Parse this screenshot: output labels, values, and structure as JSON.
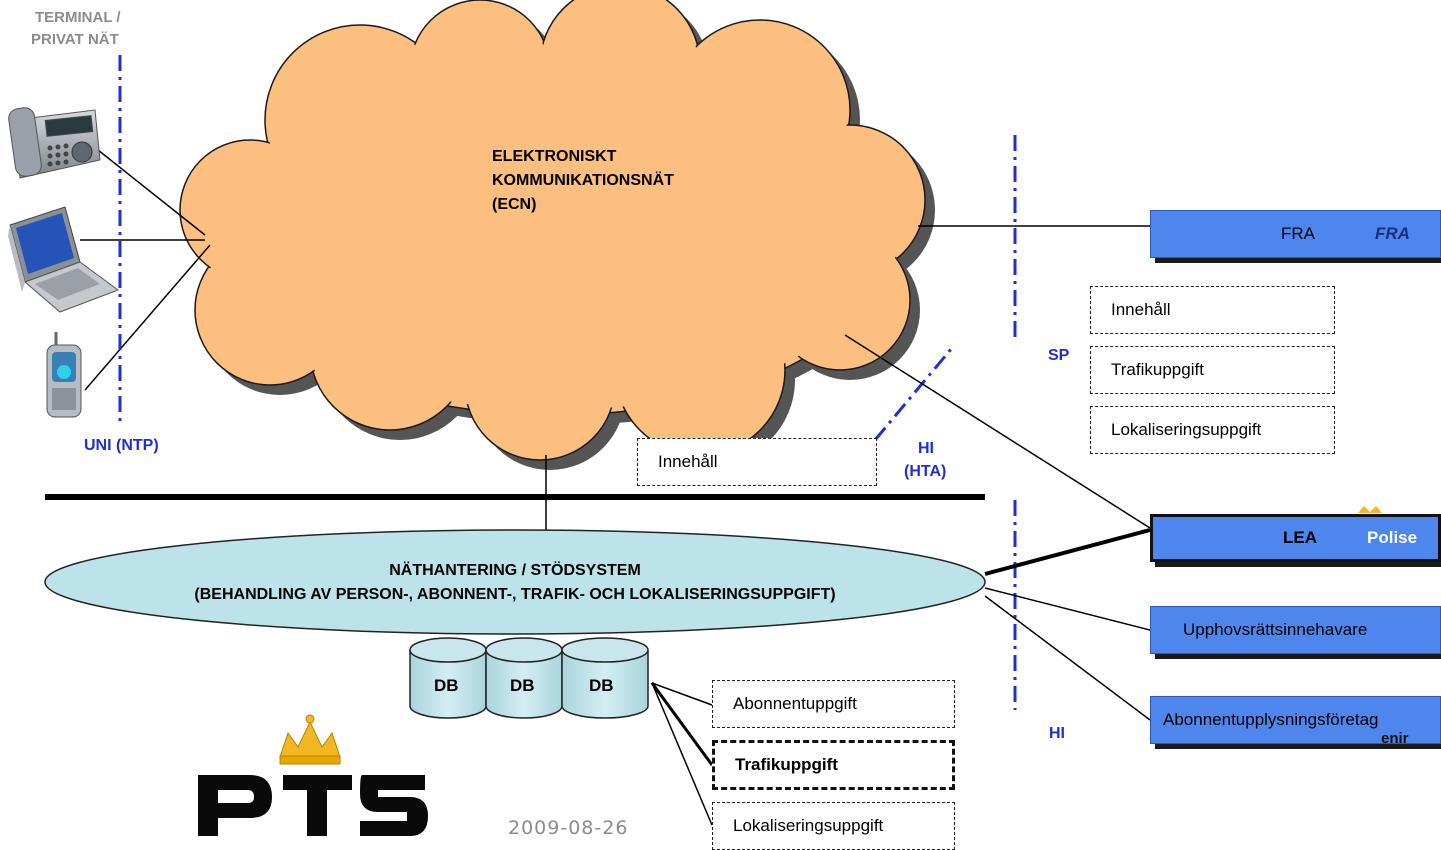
{
  "labels": {
    "terminal_line1": "TERMINAL /",
    "terminal_line2": "PRIVAT NÄT",
    "uni": "UNI (NTP)",
    "sp": "SP",
    "hi_top_line1": "HI",
    "hi_top_line2": "(HTA)",
    "hi_bottom": "HI"
  },
  "cloud": {
    "line1": "ELEKTRONISKT",
    "line2": "KOMMUNIKATIONSNÄT",
    "line3": "(ECN)"
  },
  "support_system": {
    "line1": "NÄTHANTERING / STÖDSYSTEM",
    "line2": "(BEHANDLING AV PERSON-, ABONNENT-, TRAFIK- OCH LOKALISERINGSUPPGIFT)"
  },
  "databases": [
    "DB",
    "DB",
    "DB"
  ],
  "content_box": "Innehåll",
  "sp_boxes": [
    "Innehåll",
    "Trafikuppgift",
    "Lokaliseringsuppgift"
  ],
  "db_boxes": [
    "Abonnentuppgift",
    "Trafikuppgift",
    "Lokaliseringsuppgift"
  ],
  "recipients": {
    "fra": "FRA",
    "fra_logo_text": "FRA",
    "lea": "LEA",
    "polis_logo_text": "Polise",
    "copyright": "Upphovsrättsinnehavare",
    "directory": "Abonnentupplysningsföretag",
    "directory_logo_text": "enir"
  },
  "footer": {
    "logo_text": "PTS",
    "date": "2009-08-26"
  },
  "colors": {
    "cloud_fill": "#fcbf7f",
    "ellipse_fill": "#bde3ea",
    "recipient_fill": "#4f86ee",
    "interface_line": "#1f2fd1",
    "label_grey": "#8c8c8c"
  }
}
